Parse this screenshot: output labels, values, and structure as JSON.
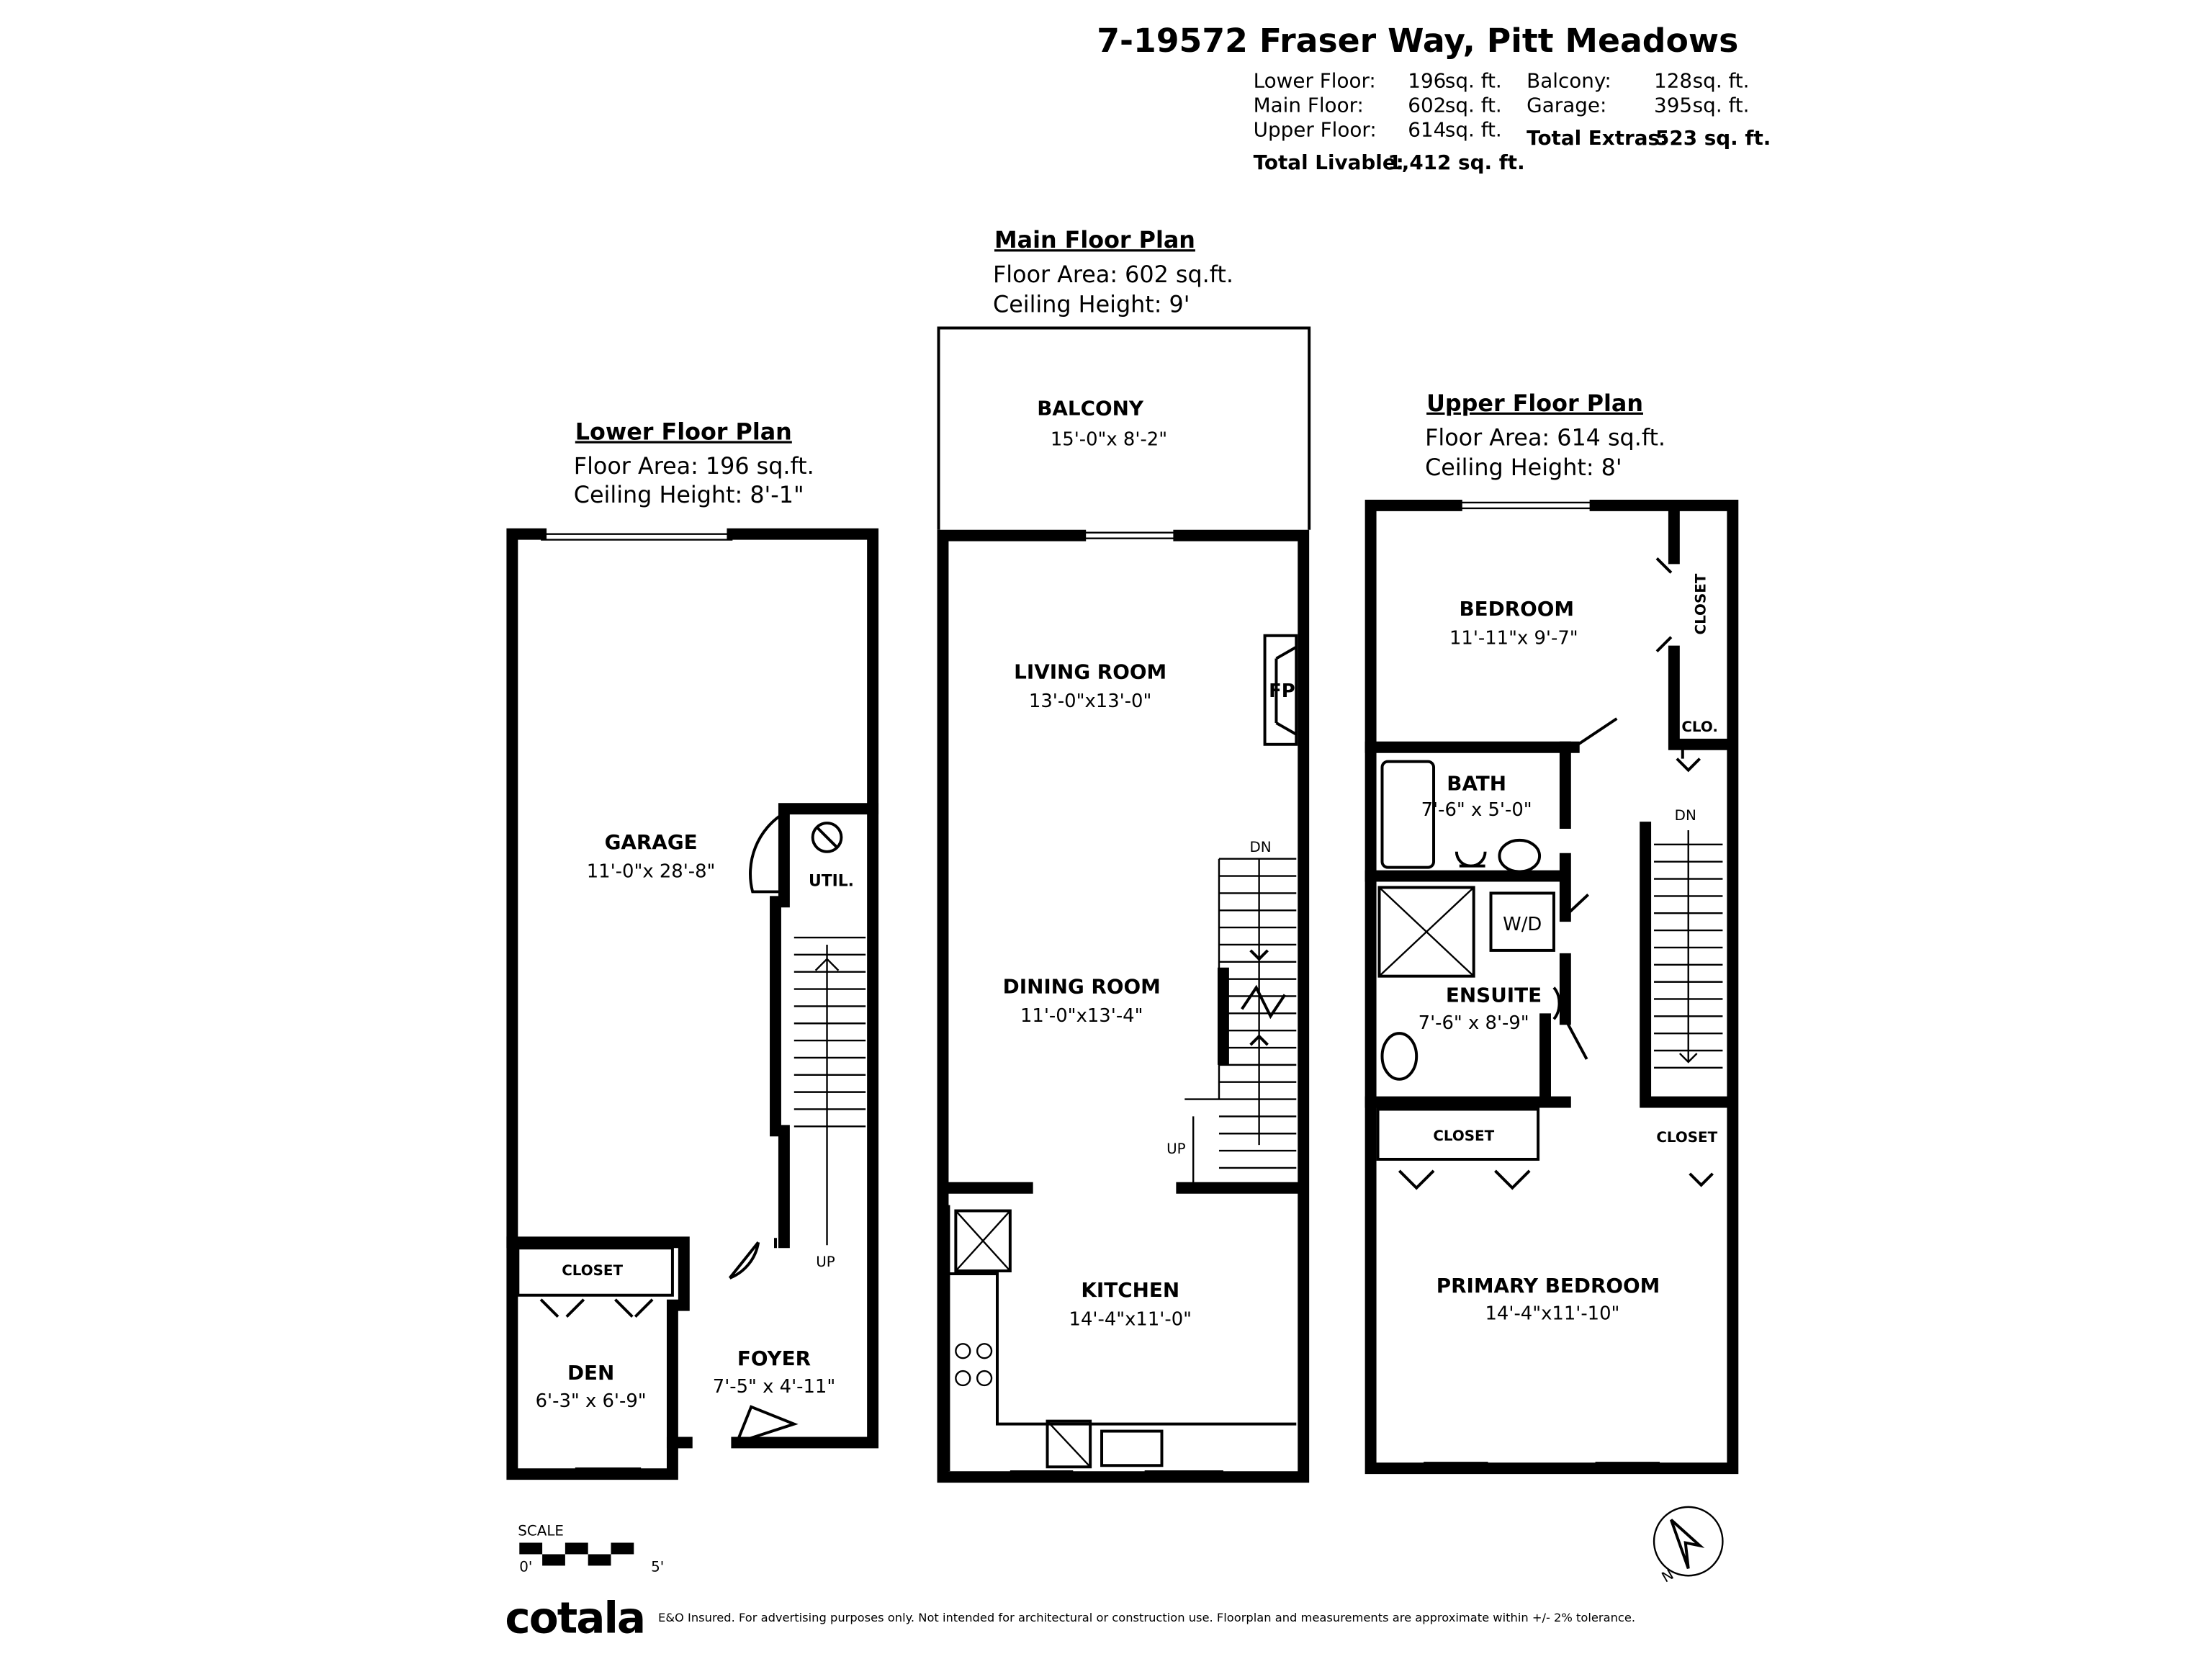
{
  "header": {
    "address": "7-19572 Fraser Way, Pitt Meadows",
    "areas": [
      {
        "label": "Lower Floor:",
        "value": "196",
        "unit": "sq. ft."
      },
      {
        "label": "Main Floor:",
        "value": "602",
        "unit": "sq. ft."
      },
      {
        "label": "Upper Floor:",
        "value": "614",
        "unit": "sq. ft."
      }
    ],
    "extras": [
      {
        "label": "Balcony:",
        "value": "128",
        "unit": "sq. ft."
      },
      {
        "label": "Garage:",
        "value": "395",
        "unit": "sq. ft."
      }
    ],
    "total_livable_label": "Total Livable:",
    "total_livable_value": "1,412 sq. ft.",
    "total_extras_label": "Total Extras:",
    "total_extras_value": "523 sq. ft."
  },
  "plans": {
    "lower": {
      "title": "Lower Floor Plan",
      "area": "Floor Area: 196 sq.ft.",
      "ceiling": "Ceiling Height: 8'-1\"",
      "rooms": [
        {
          "name": "GARAGE",
          "dims": "11'-0\"x 28'-8\""
        },
        {
          "name": "UTIL.",
          "dims": ""
        },
        {
          "name": "CLOSET",
          "dims": ""
        },
        {
          "name": "DEN",
          "dims": "6'-3\" x 6'-9\""
        },
        {
          "name": "FOYER",
          "dims": "7'-5\" x 4'-11\""
        }
      ],
      "stair_label": "UP"
    },
    "main": {
      "title": "Main Floor Plan",
      "area": "Floor Area: 602 sq.ft.",
      "ceiling": "Ceiling Height: 9'",
      "rooms": [
        {
          "name": "BALCONY",
          "dims": "15'-0\"x 8'-2\""
        },
        {
          "name": "LIVING ROOM",
          "dims": "13'-0\"x13'-0\""
        },
        {
          "name": "DINING ROOM",
          "dims": "11'-0\"x13'-4\""
        },
        {
          "name": "KITCHEN",
          "dims": "14'-4\"x11'-0\""
        }
      ],
      "fireplace": "FP",
      "stair_dn": "DN",
      "stair_up": "UP"
    },
    "upper": {
      "title": "Upper Floor Plan",
      "area": "Floor Area: 614 sq.ft.",
      "ceiling": "Ceiling Height: 8'",
      "rooms": [
        {
          "name": "BEDROOM",
          "dims": "11'-11\"x 9'-7\""
        },
        {
          "name": "CLOSET",
          "dims": ""
        },
        {
          "name": "CLO.",
          "dims": ""
        },
        {
          "name": "BATH",
          "dims": "7'-6\" x 5'-0\""
        },
        {
          "name": "W/D",
          "dims": ""
        },
        {
          "name": "ENSUITE",
          "dims": "7'-6\" x 8'-9\""
        },
        {
          "name": "CLOSET",
          "dims": ""
        },
        {
          "name": "CLOSET",
          "dims": ""
        },
        {
          "name": "PRIMARY BEDROOM",
          "dims": "14'-4\"x11'-10\""
        }
      ],
      "stair_dn": "DN"
    }
  },
  "scale": {
    "label": "SCALE",
    "start": "0'",
    "end": "5'"
  },
  "compass": {
    "label": "N"
  },
  "footer": {
    "logo": "cotala",
    "disclaimer": "E&O Insured. For advertising purposes only. Not intended for architectural or construction use. Floorplan and measurements are approximate within +/- 2% tolerance."
  }
}
